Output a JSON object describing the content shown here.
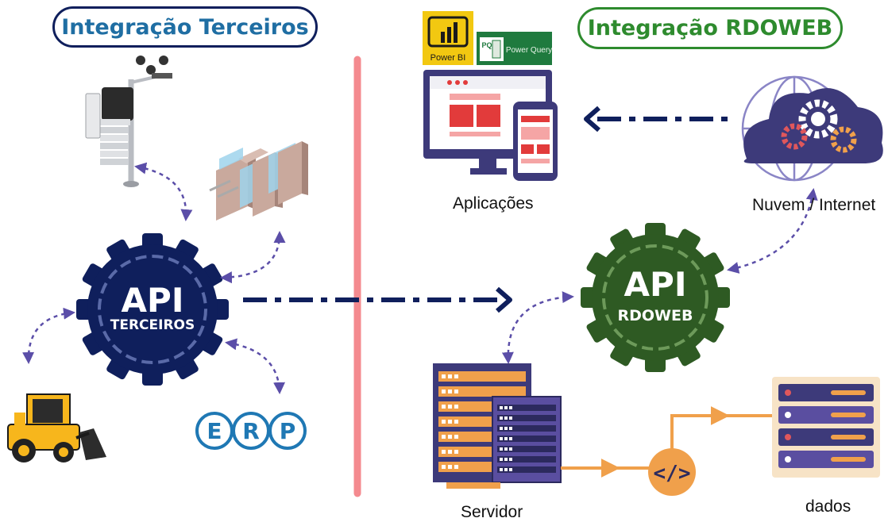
{
  "titles": {
    "left": "Integração Terceiros",
    "right": "Integração RDOWEB"
  },
  "gears": {
    "left": {
      "line1": "API",
      "line2": "TERCEIROS"
    },
    "right": {
      "line1": "API",
      "line2": "RDOWEB"
    }
  },
  "logos": {
    "erp": [
      "E",
      "R",
      "P"
    ],
    "power_bi": "Power BI",
    "power_query": "Power Query",
    "power_query_short": "PQ",
    "code": "</>"
  },
  "captions": {
    "aplicacoes": "Aplicações",
    "nuvem": "Nuvem / Internet",
    "servidor": "Servidor",
    "dados": "dados"
  },
  "colors": {
    "navy": "#0f1f5c",
    "green_dark": "#2e5a23",
    "green_title": "#2e8b2e",
    "blue_title": "#1f6ea3",
    "divider": "#f48a8f",
    "orange": "#f0a04b",
    "purple": "#4a3f8c",
    "dashed": "#5b4ea8"
  },
  "icons": {
    "weather_station": "weather-station-icon",
    "turnstile": "turnstile-icon",
    "bulldozer": "bulldozer-icon",
    "monitor": "monitor-icon",
    "phone": "phone-icon",
    "cloud": "cloud-globe-icon",
    "server": "server-icon",
    "database": "database-stack-icon"
  }
}
